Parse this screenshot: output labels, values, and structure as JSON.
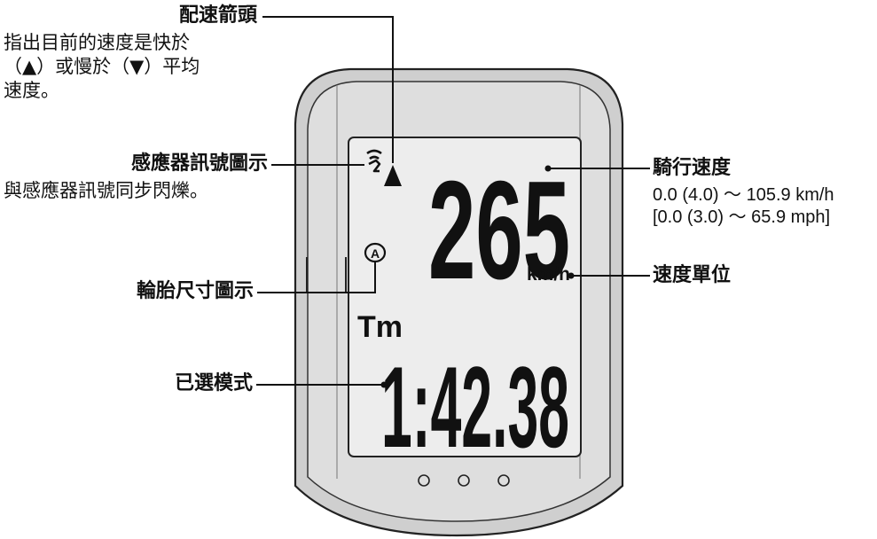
{
  "callouts": {
    "pace_arrow": {
      "title": "配速箭頭",
      "desc": [
        "指出目前的速度是快於",
        "（▲）或慢於（▼）平均",
        "速度。"
      ]
    },
    "sensor_icon": {
      "title": "感應器訊號圖示",
      "desc": "與感應器訊號同步閃爍。"
    },
    "tire_icon": {
      "title": "輪胎尺寸圖示"
    },
    "mode": {
      "title": "已選模式"
    },
    "speed": {
      "title": "騎行速度",
      "range_kmh": "0.0 (4.0) ～ 105.9 km/h",
      "range_mph": "[0.0 (3.0) ～ 65.9 mph]"
    },
    "unit": {
      "title": "速度單位"
    }
  },
  "display": {
    "speed_digits": "265",
    "speed_unit": "km/h",
    "mode_label": "Tm",
    "time_digits": "1:42.38",
    "tire_icon_letter": "A"
  },
  "icons": {
    "sensor": "sensor-signal-icon",
    "pace": "pace-up-arrow-icon",
    "tire": "tire-size-a-icon",
    "buttons": "round-button"
  },
  "colors": {
    "frame": "#dedede",
    "lcd": "#ededed",
    "ink": "#111111"
  }
}
